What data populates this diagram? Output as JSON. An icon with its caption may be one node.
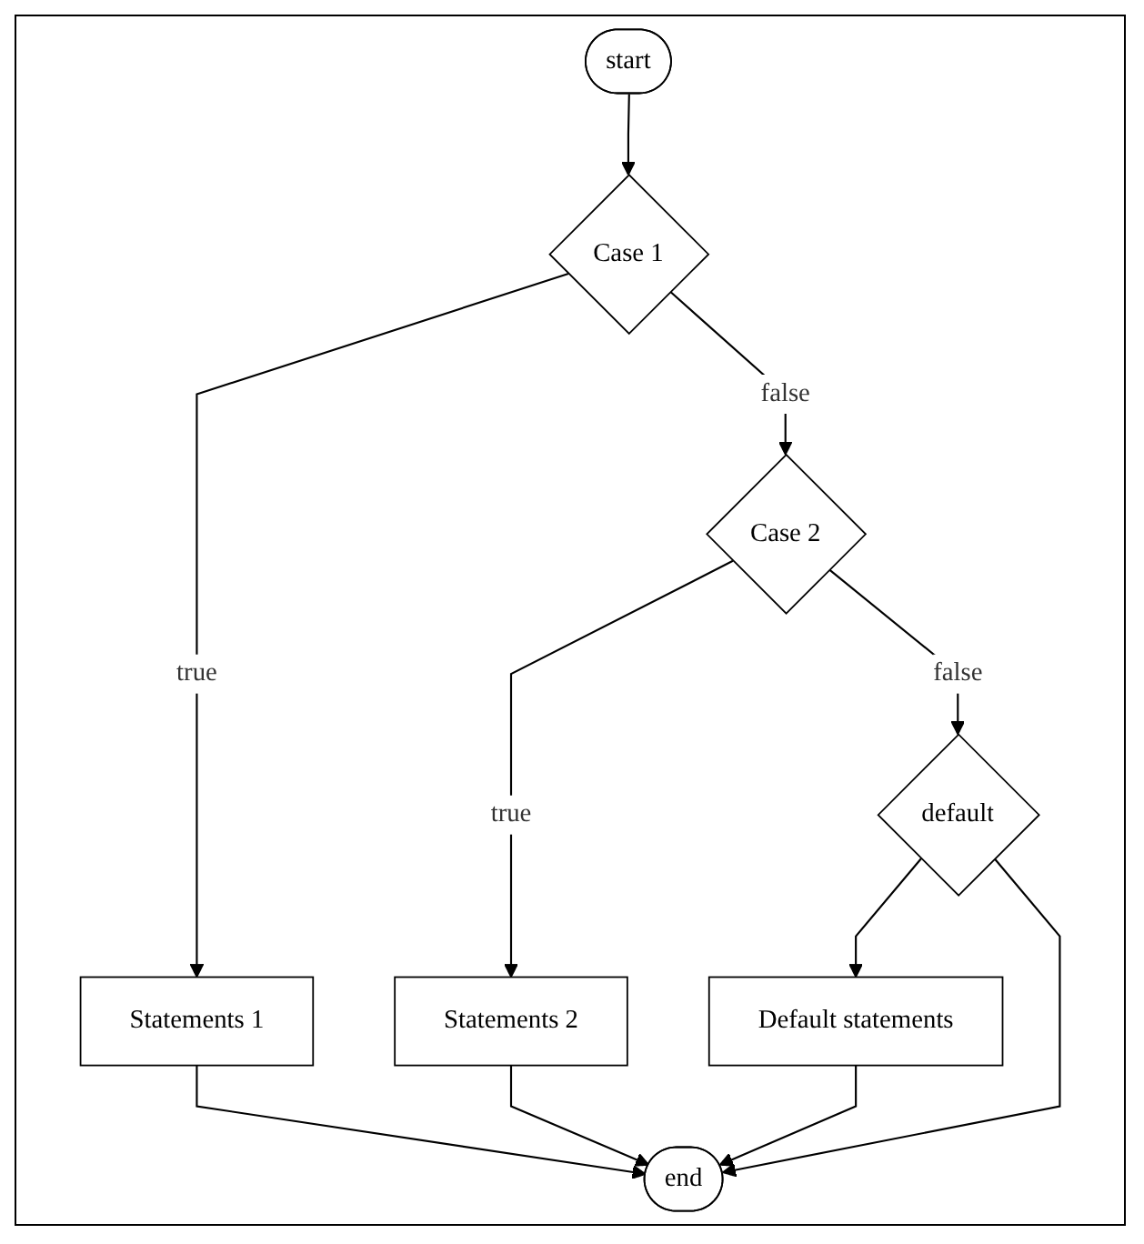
{
  "diagram": {
    "nodes": [
      {
        "text": [
          "start"
        ]
      },
      {
        "text": [
          "Case 1"
        ]
      },
      {
        "text": [
          "Statements 1"
        ]
      },
      {
        "text": [
          "Case 2"
        ]
      },
      {
        "text": [
          "Statements 2"
        ]
      },
      {
        "text": [
          "default"
        ]
      },
      {
        "text": [
          "Default statements"
        ]
      },
      {
        "text": [
          "end"
        ]
      }
    ],
    "edges": [
      {
        "from": 0,
        "to": 1,
        "arrow": "to"
      },
      {
        "from": 1,
        "to": 2,
        "arrow": "to",
        "label": "true"
      },
      {
        "from": 1,
        "to": 3,
        "arrow": "to",
        "label": "false"
      },
      {
        "from": 3,
        "to": 4,
        "arrow": "to",
        "label": "true"
      },
      {
        "from": 3,
        "to": 5,
        "arrow": "to",
        "label": "false"
      },
      {
        "from": 5,
        "to": 6,
        "arrow": "to"
      },
      {
        "from": 5,
        "to": 7,
        "arrow": "to"
      },
      {
        "from": 2,
        "to": 7,
        "arrow": "to"
      },
      {
        "from": 4,
        "to": 7,
        "arrow": "to"
      },
      {
        "from": 6,
        "to": 7,
        "arrow": "to"
      }
    ]
  }
}
